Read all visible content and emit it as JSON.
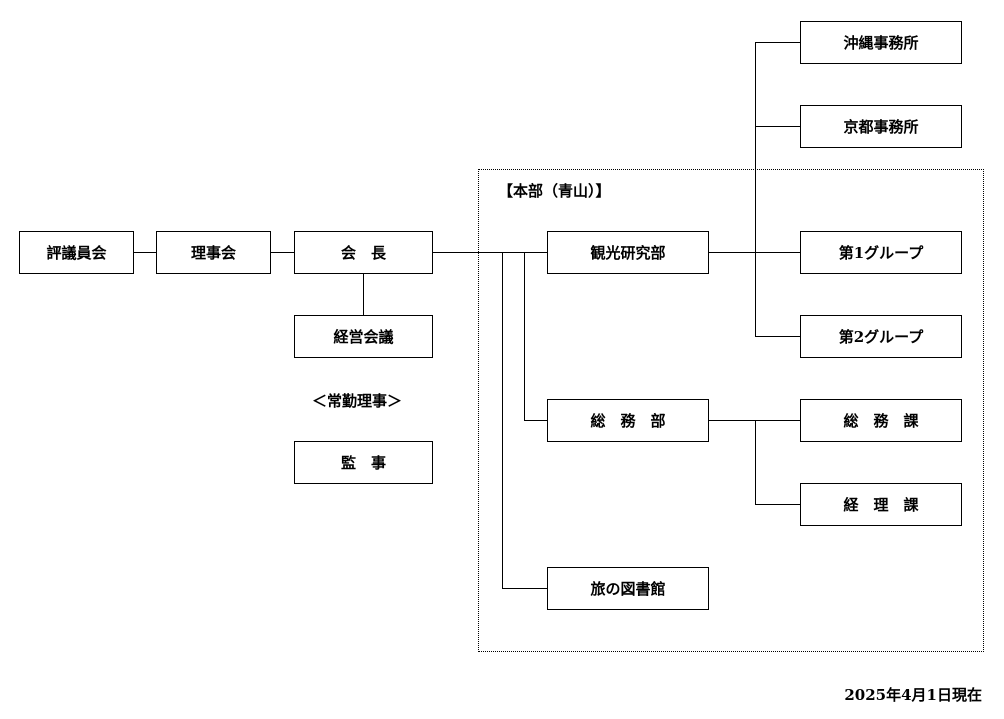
{
  "boxes": {
    "hyogiin": "評議員会",
    "rijikai": "理事会",
    "kaicho": "会　長",
    "keiei": "経営会議",
    "kanji": "監　事",
    "kanko": "観光研究部",
    "somubu": "総　務　部",
    "tabi": "旅の図書館",
    "okinawa": "沖縄事務所",
    "kyoto": "京都事務所",
    "group1": "第1グループ",
    "group2": "第2グループ",
    "somuka": "総　務　課",
    "keirika": "経　理　課"
  },
  "labels": {
    "joukin": "＜常勤理事＞",
    "honbu": "【本部（青山）】",
    "date": "2025年4月1日現在"
  }
}
